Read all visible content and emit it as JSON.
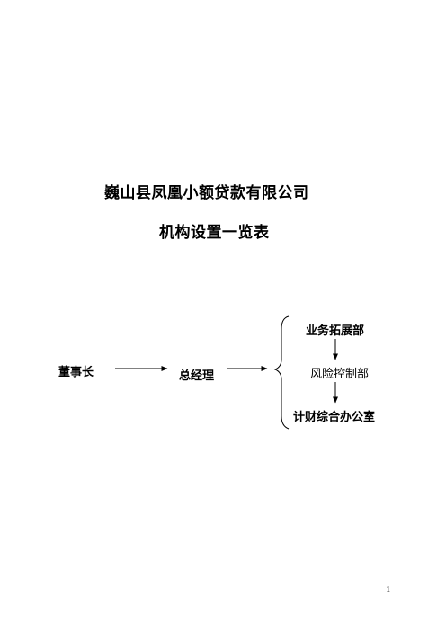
{
  "document": {
    "title": "巍山县凤凰小额贷款有限公司",
    "subtitle": "机构设置一览表",
    "page_number": "1"
  },
  "org_chart": {
    "chairman": "董事长",
    "general_manager": "总经理",
    "departments": [
      "业务拓展部",
      "风险控制部",
      "计财综合办公室"
    ]
  }
}
